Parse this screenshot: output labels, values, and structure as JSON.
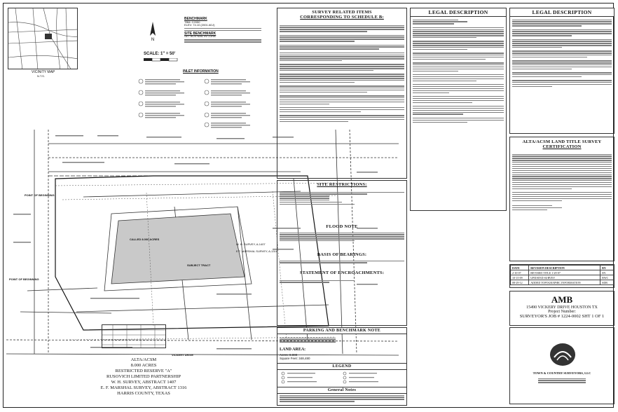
{
  "sheet": {
    "benchmark": {
      "title": "BENCHMARK",
      "line1": "TBM: C2050",
      "line2": "ELEV: 74.10 (2001 ADJ)",
      "line3": "SITE BENCHMARK",
      "line4": "SET BOX NAIL IN CURB"
    },
    "scale": "SCALE: 1\" = 50'",
    "vicinity": {
      "title": "VICINITY MAP",
      "note": "N.T.S."
    },
    "inlet_info_title": "INLET INFORMATION",
    "point_of_beginning": "POINT OF BEGINNING",
    "called_acres": "CALLED 8.000 ACRES",
    "subject_tract": "SUBJECT TRACT",
    "survey_label": "W. H. SURVEY, A-1407",
    "survey_label2": "E.F. MARSHAL SURVEY, A-1316",
    "road": "VICKERY DRIVE",
    "title_block": {
      "line1": "ALTA/ACSM",
      "line2": "8.000 ACRES",
      "line3": "RESTRICTED RESERVE \"A\"",
      "line4": "RUSOVICH LIMITED PARTNERSHIP",
      "line5": "W. H. SURVEY, ABSTRACT 1407",
      "line6": "E. F. MARSHAL SURVEY, ABSTRACT 1316",
      "line7": "HARRIS COUNTY, TEXAS"
    },
    "schedule_b": {
      "title1": "SURVEY RELATED ITEMS",
      "title2": "CORRESPONDING TO SCHEDULE B:"
    },
    "site_restrictions": "SITE RESTRICTIONS:",
    "flood_note": "FLOOD NOTE",
    "basis_bearings": "BASIS OF BEARINGS:",
    "encroachments": "STATEMENT OF ENCROACHMENTS:",
    "parking": "PARKING AND BENCHMARK NOTE",
    "land_area": "LAND AREA:",
    "land_acres_label": "Acres:",
    "land_acres": "8.000",
    "land_sqft_label": "Square Feet:",
    "land_sqft": "348,480",
    "legend": "LEGEND",
    "general_notes": "General Notes",
    "legal1": "LEGAL DESCRIPTION",
    "legal2": "LEGAL DESCRIPTION",
    "certification_title1": "ALTA/ACSM LAND TITLE SURVEY",
    "certification_title2": "CERTIFICATION",
    "revision_headers": [
      "DATE",
      "REVISION DESCRIPTION",
      "BY"
    ],
    "revisions": [
      [
        "2-10-07",
        "REVISED TITLE 1-29-07",
        "SN"
      ],
      [
        "10-15-09",
        "UPDATED SURVEY",
        "BWC"
      ],
      [
        "08-29-12",
        "ADDED TOPOGRAPHIC INFORMATION",
        "SDB"
      ]
    ],
    "client": "AMB",
    "address": "15490 VICKERY DRIVE HOUSTON TX",
    "project_label": "Project Number:",
    "job": "SURVEYOR'S JOB # 1224-0002 SHT 1 OF 1",
    "company": "TOWN & COUNTRY SURVEYORS, LLC"
  }
}
